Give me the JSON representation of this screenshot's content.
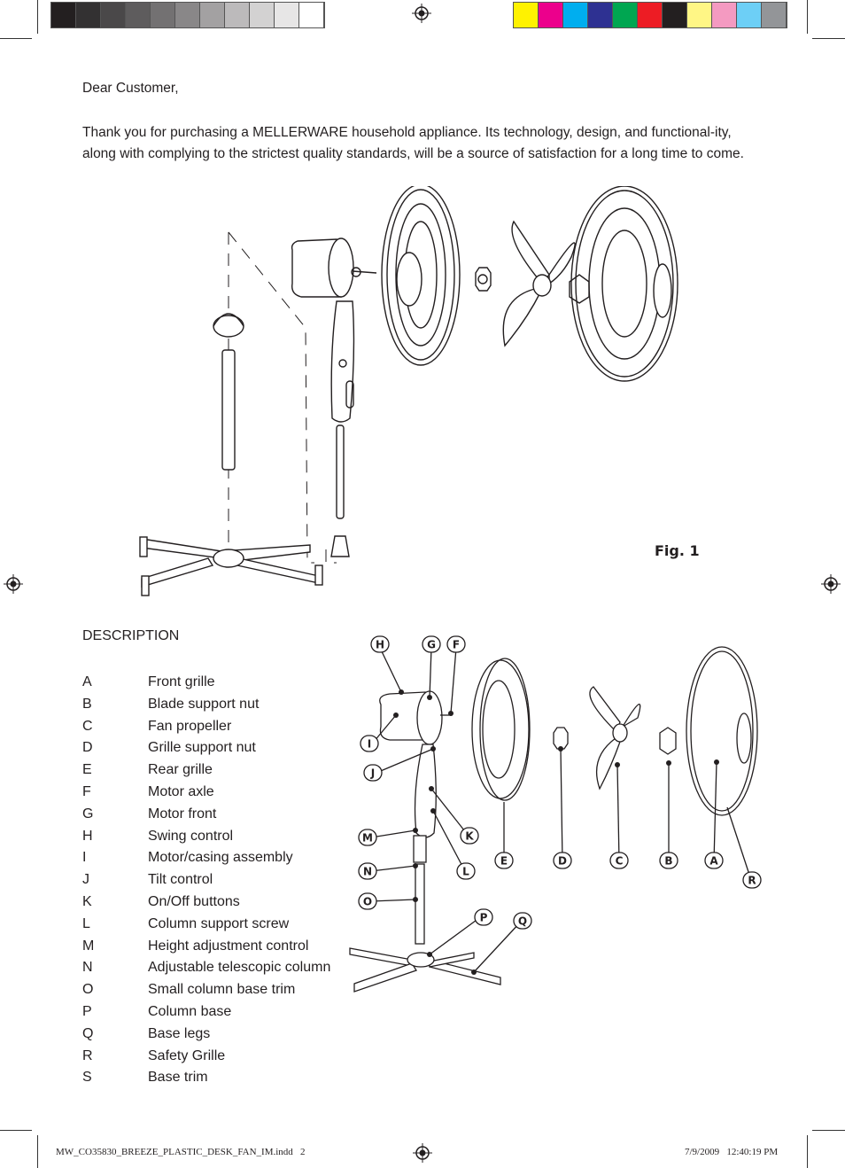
{
  "color_bar": {
    "greys": [
      "#231f20",
      "#333132",
      "#4a4849",
      "#5e5c5d",
      "#737172",
      "#898788",
      "#a3a1a2",
      "#bcbabb",
      "#d3d2d2",
      "#e7e6e6",
      "#ffffff"
    ],
    "colors": [
      "#fff200",
      "#ec008c",
      "#00aeef",
      "#2e3192",
      "#00a651",
      "#ed1c24",
      "#231f20",
      "#fff685",
      "#f49ac1",
      "#6dcff6",
      "#939598"
    ]
  },
  "letter": {
    "greeting": "Dear Customer,",
    "body": "Thank you for purchasing a MELLERWARE household appliance. Its technology, design, and functional-ity, along with complying to the strictest quality standards, will be a source of satisfaction for a long time to come."
  },
  "figure": {
    "label": "Fig. 1"
  },
  "description": {
    "heading": "DESCRIPTION",
    "items": [
      {
        "letter": "A",
        "label": "Front grille"
      },
      {
        "letter": "B",
        "label": "Blade support nut"
      },
      {
        "letter": "C",
        "label": "Fan propeller"
      },
      {
        "letter": "D",
        "label": "Grille support nut"
      },
      {
        "letter": "E",
        "label": "Rear grille"
      },
      {
        "letter": "F",
        "label": "Motor axle"
      },
      {
        "letter": "G",
        "label": "Motor front"
      },
      {
        "letter": "H",
        "label": "Swing control"
      },
      {
        "letter": "I",
        "label": "Motor/casing assembly"
      },
      {
        "letter": "J",
        "label": "Tilt control"
      },
      {
        "letter": "K",
        "label": "On/Off buttons"
      },
      {
        "letter": "L",
        "label": "Column support screw"
      },
      {
        "letter": "M",
        "label": "Height adjustment control"
      },
      {
        "letter": "N",
        "label": "Adjustable telescopic column"
      },
      {
        "letter": "O",
        "label": "Small column base trim"
      },
      {
        "letter": "P",
        "label": "Column base"
      },
      {
        "letter": "Q",
        "label": "Base legs"
      },
      {
        "letter": "R",
        "label": "Safety Grille"
      },
      {
        "letter": "S",
        "label": "Base trim"
      }
    ]
  },
  "callouts": [
    "H",
    "G",
    "F",
    "I",
    "J",
    "M",
    "K",
    "N",
    "L",
    "O",
    "P",
    "Q",
    "E",
    "D",
    "C",
    "B",
    "A",
    "R"
  ],
  "footer": {
    "filename": "MW_CO35830_BREEZE_PLASTIC_DESK_FAN_IM.indd   2",
    "timestamp": "7/9/2009   12:40:19 PM"
  }
}
